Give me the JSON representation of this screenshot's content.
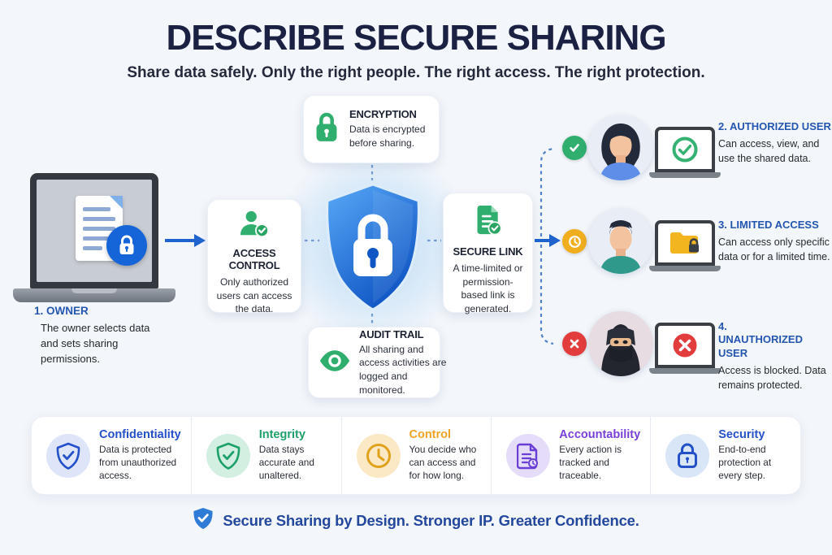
{
  "page": {
    "title": "DESCRIBE SECURE SHARING",
    "subtitle": "Share data safely. Only the right people.  The right access.  The right protection."
  },
  "owner": {
    "heading": "1. OWNER",
    "description": "The owner selects data and sets sharing permissions."
  },
  "cards": {
    "encryption": {
      "icon": "lock-icon",
      "title": "ENCRYPTION",
      "description": "Data is encrypted before sharing."
    },
    "access_control": {
      "icon": "user-check-icon",
      "title": "ACCESS CONTROL",
      "description": "Only authorized users can access the data."
    },
    "secure_link": {
      "icon": "document-check-icon",
      "title": "SECURE LINK",
      "description": "A time-limited or permission-based link is generated."
    },
    "audit_trail": {
      "icon": "eye-icon",
      "title": "AUDIT TRAIL",
      "description": "All sharing and access activities are logged and monitored."
    }
  },
  "users": [
    {
      "heading": "2. AUTHORIZED USER",
      "description": "Can access, view, and use the shared data.",
      "badge": "check-badge",
      "badge_color": "#2fae6e",
      "screen_icon": "check-circle-icon"
    },
    {
      "heading": "3. LIMITED ACCESS",
      "description": "Can access only specific data or for a limited time.",
      "badge": "clock-badge",
      "badge_color": "#f0ad1e",
      "screen_icon": "locked-folder-icon"
    },
    {
      "heading": "4. UNAUTHORIZED USER",
      "description": "Access is blocked. Data remains protected.",
      "badge": "cross-badge",
      "badge_color": "#e23c3c",
      "screen_icon": "blocked-icon"
    }
  ],
  "principles": [
    {
      "title": "Confidentiality",
      "description": "Data is protected from unauthorized access.",
      "color": "#2450c8",
      "icon": "shield-check-icon"
    },
    {
      "title": "Integrity",
      "description": "Data stays accurate and unaltered.",
      "color": "#1ea06a",
      "icon": "shield-check-icon"
    },
    {
      "title": "Control",
      "description": "You decide who can access and for how long.",
      "color": "#eda325",
      "icon": "clock-icon"
    },
    {
      "title": "Accountability",
      "description": "Every action is tracked and traceable.",
      "color": "#7a3fd6",
      "icon": "document-log-icon"
    },
    {
      "title": "Security",
      "description": "End-to-end protection at every step.",
      "color": "#2450c8",
      "icon": "lock-icon"
    }
  ],
  "footer": {
    "text": "Secure Sharing by Design. Stronger IP. Greater Confidence."
  },
  "colors": {
    "background": "#f3f6fa",
    "title_navy": "#1b2142",
    "accent_blue": "#1f63cf",
    "heading_blue": "#2456b0",
    "green": "#2fae6e",
    "yellow": "#f0ad1e",
    "red": "#e23c3c",
    "purple": "#7a3fd6",
    "shield_gradient": [
      "#58a9f8",
      "#0f55c4"
    ]
  }
}
